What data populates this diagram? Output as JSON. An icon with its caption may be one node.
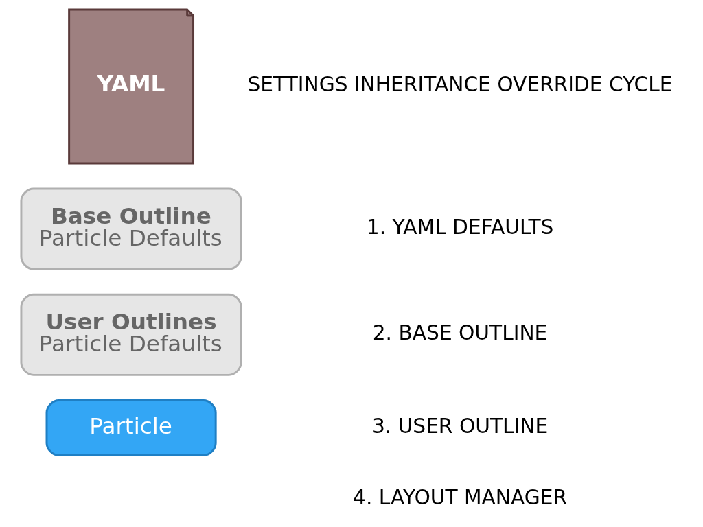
{
  "diagram": {
    "nodes": [
      {
        "text": [
          "YAML"
        ]
      },
      {
        "text": [
          "Base Outline",
          "Particle Defaults"
        ]
      },
      {
        "text": [
          "User Outlines",
          "Particle Defaults"
        ]
      },
      {
        "text": [
          "Particle"
        ]
      }
    ],
    "edges": [],
    "labels": [
      "SETTINGS INHERITANCE OVERRIDE CYCLE",
      "1. YAML DEFAULTS",
      "2. BASE OUTLINE",
      "3. USER OUTLINE",
      "4. LAYOUT MANAGER"
    ]
  }
}
